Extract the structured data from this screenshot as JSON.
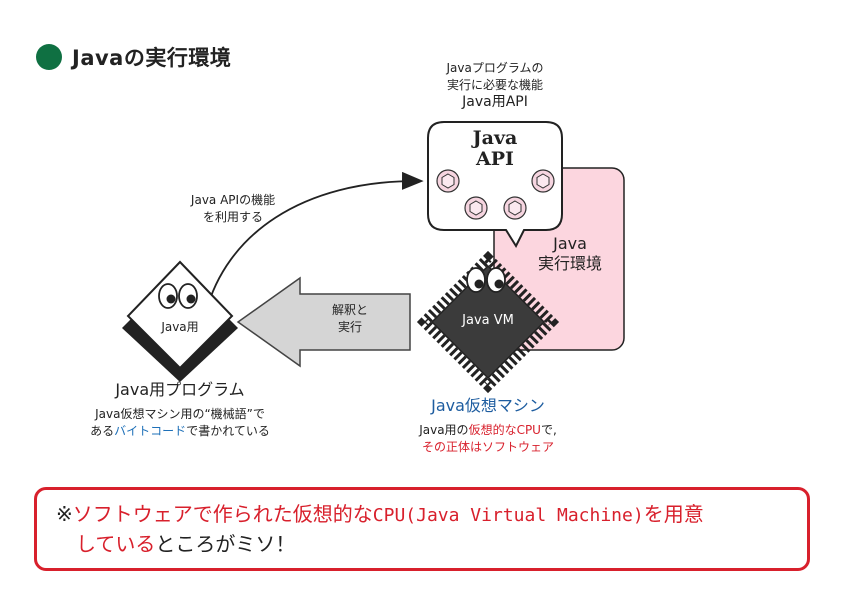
{
  "title": "Javaの実行環境",
  "api_caption": {
    "line1": "Javaプログラムの",
    "line2": "実行に必要な機能",
    "line3": "Java用API"
  },
  "api_bubble": {
    "line1": "Java",
    "line2": "API"
  },
  "env_label": {
    "line1": "Java",
    "line2": "実行環境"
  },
  "arrow_label": {
    "line1": "Java APIの機能",
    "line2": "を利用する"
  },
  "interpret_label": {
    "line1": "解釈と",
    "line2": "実行"
  },
  "program": {
    "diamond_label": "Java用",
    "title": "Java用プログラム",
    "desc_line1": "Java仮想マシン用の“機械語”で",
    "desc_line2_a": "ある",
    "desc_line2_b": "バイトコード",
    "desc_line2_c": "で書かれている"
  },
  "vm": {
    "chip_label": "Java VM",
    "title": "Java仮想マシン",
    "desc_line1_a": "Java用の",
    "desc_line1_b": "仮想的なCPU",
    "desc_line1_c": "で,",
    "desc_line2": "その正体はソフトウェア"
  },
  "note": {
    "prefix": "※",
    "line1_a": "ソフトウェアで作られた仮想的な",
    "line1_b": "CPU(Java Virtual Machine)",
    "line1_c": "を用意",
    "line2_a": "している",
    "line2_b": "ところがミソ！"
  },
  "colors": {
    "title_dot": "#0f7042",
    "env_box": "#fcd6df",
    "accent_red": "#d8202c",
    "accent_blue": "#1e70b8",
    "arrow_fill": "#d5d5d5"
  }
}
